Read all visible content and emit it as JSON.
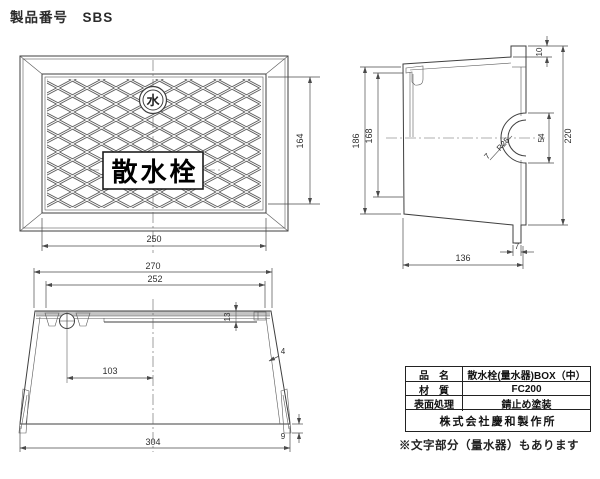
{
  "header": {
    "product_no": "製品番号　SBS"
  },
  "plan": {
    "label": "散水栓",
    "emblem": "水",
    "dim_width": "250",
    "dim_height": "164"
  },
  "section": {
    "dim_flange": "10",
    "dim_total": "220",
    "dim_notch": "54",
    "dim_radius": "R25",
    "dim_wall": "7",
    "dim_foot": "7",
    "dim_bottom": "136",
    "dim_outer_depth": "186",
    "dim_inner_depth": "168"
  },
  "elevation": {
    "dim_top": "270",
    "dim_lid": "252",
    "dim_handle": "103",
    "dim_base": "304",
    "dim_foot_h": "9",
    "dim_wall": "4",
    "dim_lid_t": "13"
  },
  "spec_table": {
    "rows": [
      {
        "label": "品　名",
        "value": "散水栓(量水器)BOX（中）"
      },
      {
        "label": "材　質",
        "value": "FC200"
      },
      {
        "label": "表面処理",
        "value": "錆止め塗装"
      }
    ],
    "company": "株式会社慶和製作所"
  },
  "note": "※文字部分（量水器）もあります"
}
